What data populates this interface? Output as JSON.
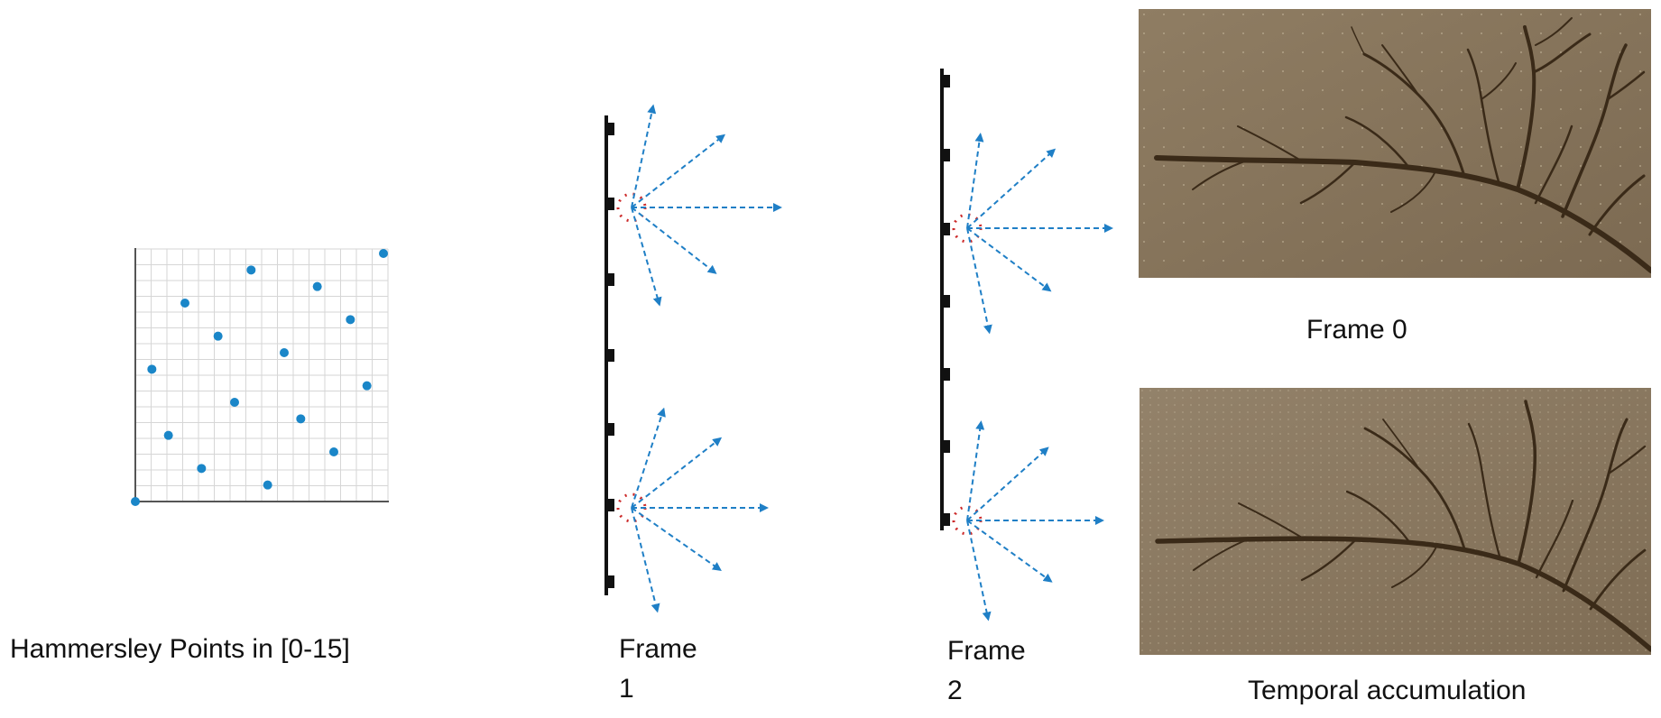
{
  "hammersley": {
    "caption": "Hammersley Points in [0-15]",
    "points": [
      {
        "x": 0,
        "y": 0
      },
      {
        "x": 1,
        "y": 8
      },
      {
        "x": 2,
        "y": 4
      },
      {
        "x": 3,
        "y": 12
      },
      {
        "x": 4,
        "y": 2
      },
      {
        "x": 5,
        "y": 10
      },
      {
        "x": 6,
        "y": 6
      },
      {
        "x": 7,
        "y": 14
      },
      {
        "x": 8,
        "y": 1
      },
      {
        "x": 9,
        "y": 9
      },
      {
        "x": 10,
        "y": 5
      },
      {
        "x": 11,
        "y": 13
      },
      {
        "x": 12,
        "y": 3
      },
      {
        "x": 13,
        "y": 11
      },
      {
        "x": 14,
        "y": 7
      },
      {
        "x": 15,
        "y": 15
      }
    ],
    "point_color": "#1a86c8",
    "grid_color": "#d6d6d6"
  },
  "frame1": {
    "caption_line1": "Frame",
    "caption_line2": "1"
  },
  "frame2": {
    "caption_line1": "Frame",
    "caption_line2": "2"
  },
  "images": {
    "frame0_caption": "Frame 0",
    "temporal_caption": "Temporal accumulation"
  },
  "colors": {
    "ray": "#1f7fc6",
    "sample_ring": "#cc2a2a",
    "surface": "#111111",
    "photo_bg": "#8a7860"
  }
}
